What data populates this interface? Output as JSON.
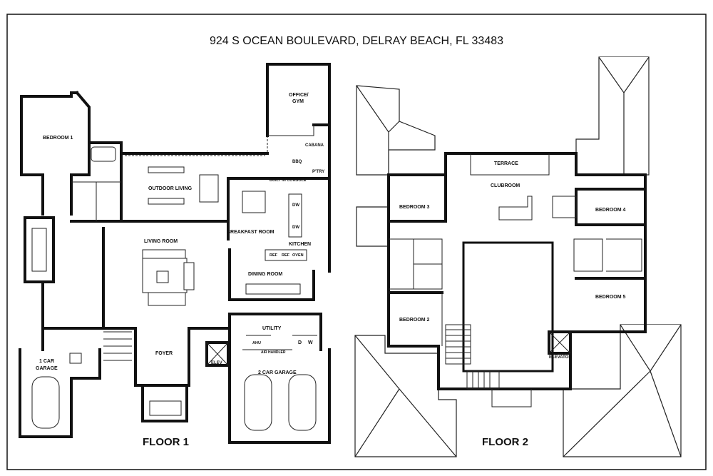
{
  "title": "924 S OCEAN BOULEVARD, DELRAY BEACH, FL 33483",
  "floors": {
    "floor1": "FLOOR 1",
    "floor2": "FLOOR 2"
  },
  "rooms": {
    "bedroom1": "BEDROOM 1",
    "office1": "OFFICE/",
    "office2": "GYM",
    "cabana": "CABANA",
    "bbq": "BBQ",
    "pantry": "P'TRY",
    "built_in_console": "BUILT IN CONSOLE",
    "outdoor_living": "OUTDOOR LIVING",
    "breakfast_room": "BREAKFAST ROOM",
    "kitchen": "KITCHEN",
    "dw1": "DW",
    "dw2": "DW",
    "ref1": "REF",
    "ref2": "REF",
    "oven": "OVEN",
    "living_room": "LIVING ROOM",
    "dining_room": "DINING ROOM",
    "utility": "UTILITY",
    "washer_d": "D",
    "washer_w": "W",
    "ahu": "AHU",
    "air_handler": "AIR HANDLER",
    "foyer": "FOYER",
    "elev": "ELEV",
    "one_car1": "1 CAR",
    "one_car2": "GARAGE",
    "two_car": "2 CAR GARAGE",
    "terrace": "TERRACE",
    "clubroom": "CLUBROOM",
    "bedroom3": "BEDROOM 3",
    "bedroom4": "BEDROOM 4",
    "bedroom5": "BEDROOM 5",
    "bedroom2": "BEDROOM 2",
    "elevator": "ELEVATOR"
  }
}
